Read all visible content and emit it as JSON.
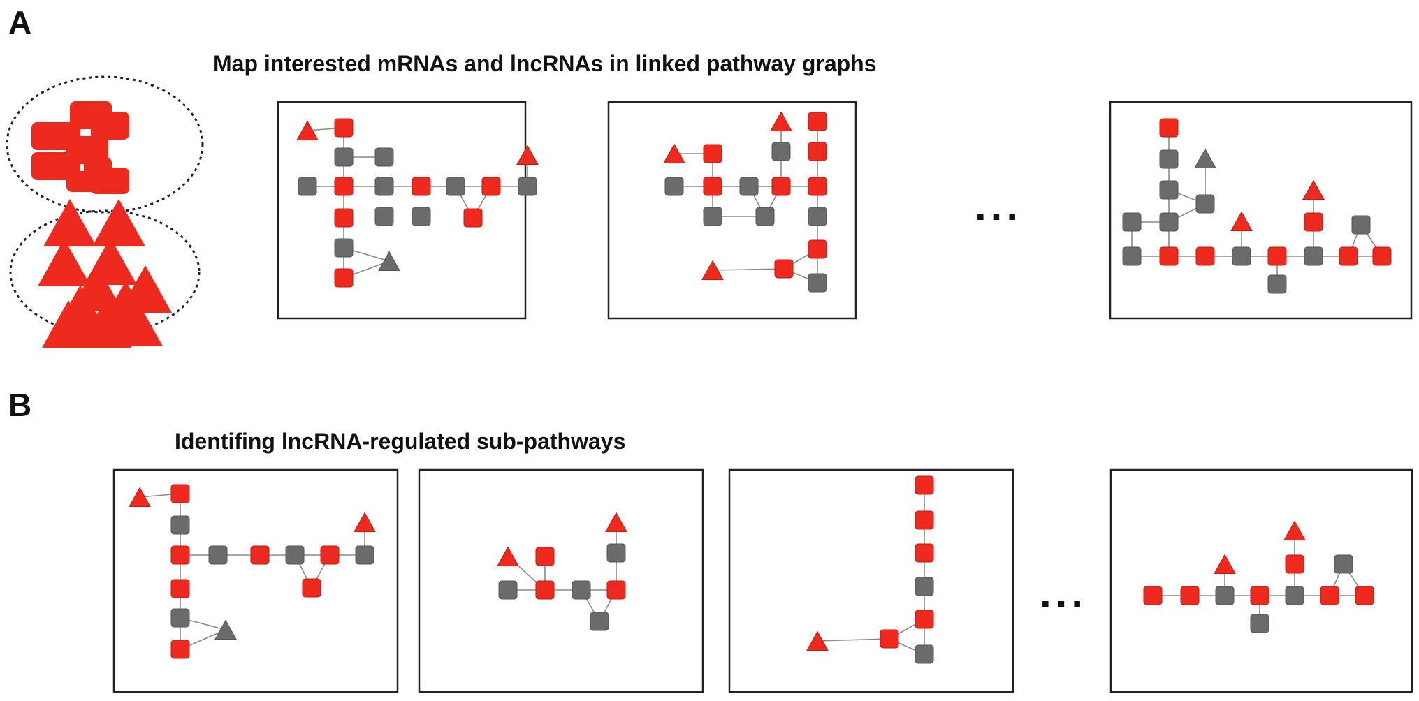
{
  "panels": {
    "a": {
      "letter": "A",
      "caption": "Map interested mRNAs and lncRNAs in linked pathway graphs"
    },
    "b": {
      "letter": "B",
      "caption": "Identifing lncRNA-regulated sub-pathways"
    }
  },
  "ellipsis": "...",
  "colors": {
    "mrna": "#ee2a1e",
    "lncrna": "#ee2a1e",
    "gene": "#6b6b6b",
    "edge": "#8a8a8a",
    "frame": "#222222"
  },
  "legend": {
    "mrna_shape": "rounded-square",
    "lncrna_shape": "triangle"
  }
}
